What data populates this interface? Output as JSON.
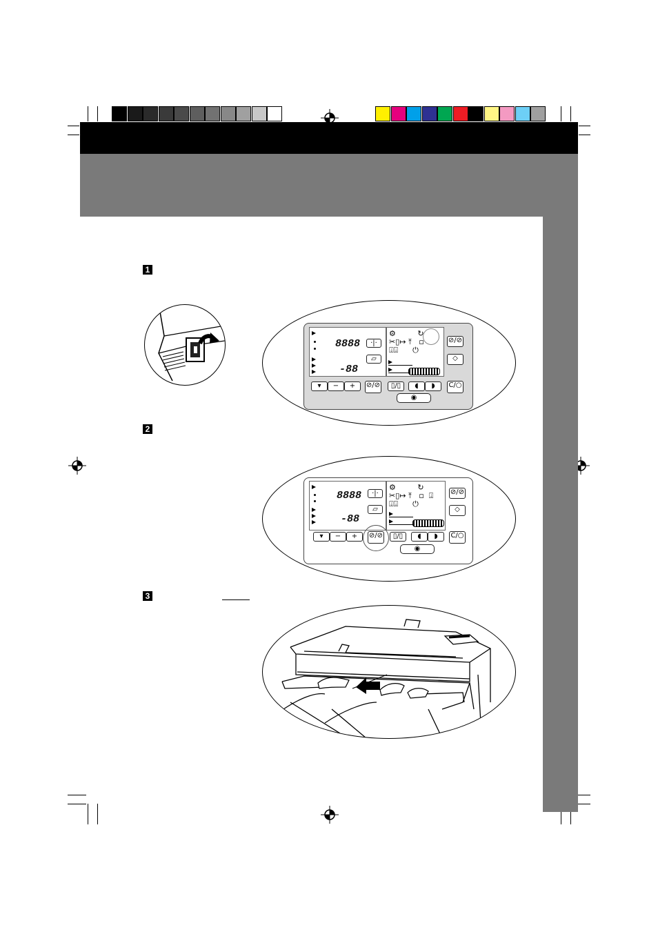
{
  "colors": {
    "header_black": "#000000",
    "header_gray": "#7a7a7a",
    "side_tab_gray": "#7a7a7a",
    "panel_bg": "#d9d9d9",
    "grayscale_bar": [
      "#000000",
      "#1a1a1a",
      "#2a2a2a",
      "#3a3a3a",
      "#4a4a4a",
      "#5e5e5e",
      "#727272",
      "#888888",
      "#a0a0a0",
      "#c8c8c8",
      "#ffffff"
    ],
    "color_bar": [
      "#fff000",
      "#e6007e",
      "#00a0e9",
      "#2e3192",
      "#00a651",
      "#ed1c24",
      "#000000",
      "#fff685",
      "#f49ac2",
      "#6dcff6",
      "#a0a0a0"
    ]
  },
  "steps": [
    {
      "number": "1"
    },
    {
      "number": "2"
    },
    {
      "number": "3"
    }
  ],
  "panel": {
    "display_main": "8888",
    "display_small": "-88",
    "btn_clear_stop": "C/○"
  },
  "icons": [
    "crop-mark-icon",
    "registration-target-icon",
    "power-switch-icon",
    "control-panel-icon",
    "copier-illustration-icon"
  ]
}
